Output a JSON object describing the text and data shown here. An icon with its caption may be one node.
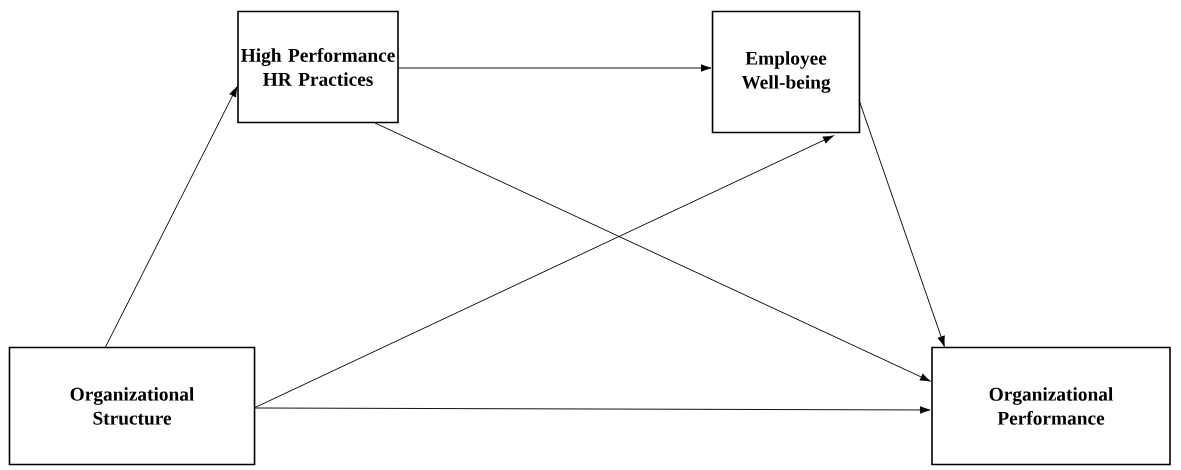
{
  "diagram": {
    "nodes": [
      {
        "text": [
          "Organizational Structure"
        ]
      },
      {
        "text": [
          "High Performance HR Practices"
        ]
      },
      {
        "text": [
          "Employee Well-being"
        ]
      },
      {
        "text": [
          "Organizational Performance"
        ]
      }
    ],
    "edges": [
      {
        "from": 0,
        "to": 1,
        "arrow": "to"
      },
      {
        "from": 1,
        "to": 2,
        "arrow": "to"
      },
      {
        "from": 0,
        "to": 2,
        "arrow": "to"
      },
      {
        "from": 1,
        "to": 3,
        "arrow": "to"
      },
      {
        "from": 0,
        "to": 3,
        "arrow": "to"
      },
      {
        "from": 2,
        "to": 3,
        "arrow": "to"
      }
    ]
  }
}
